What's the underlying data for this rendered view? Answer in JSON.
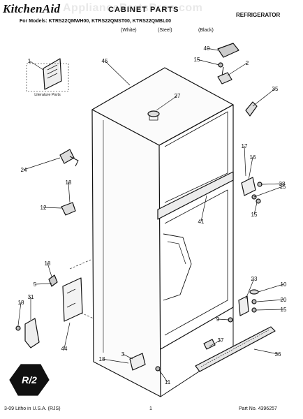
{
  "header": {
    "brand": "KitchenAid",
    "watermark": "AppliancePartsPros.com",
    "page_title": "CABINET PARTS",
    "product_type": "REFRIGERATOR",
    "models": "For Models: KTRS22QMWH00, KTRS22QMST00, KTRS22QMBL00",
    "colors": [
      "(White)",
      "(Steel)",
      "(Black)"
    ]
  },
  "callouts": [
    "40",
    "15",
    "2",
    "1",
    "45",
    "35",
    "27",
    "17",
    "16",
    "38",
    "15",
    "24",
    "18",
    "12",
    "41",
    "15",
    "18",
    "5",
    "23",
    "10",
    "20",
    "15",
    "31",
    "18",
    "9",
    "37",
    "44",
    "36",
    "3",
    "13",
    "11"
  ],
  "inset_label": "Literature Parts",
  "logo_text": "R/2",
  "footer": {
    "left": "3-09 Litho in U.S.A. (RJS)",
    "center": "1",
    "right": "Part No. 4396257"
  }
}
